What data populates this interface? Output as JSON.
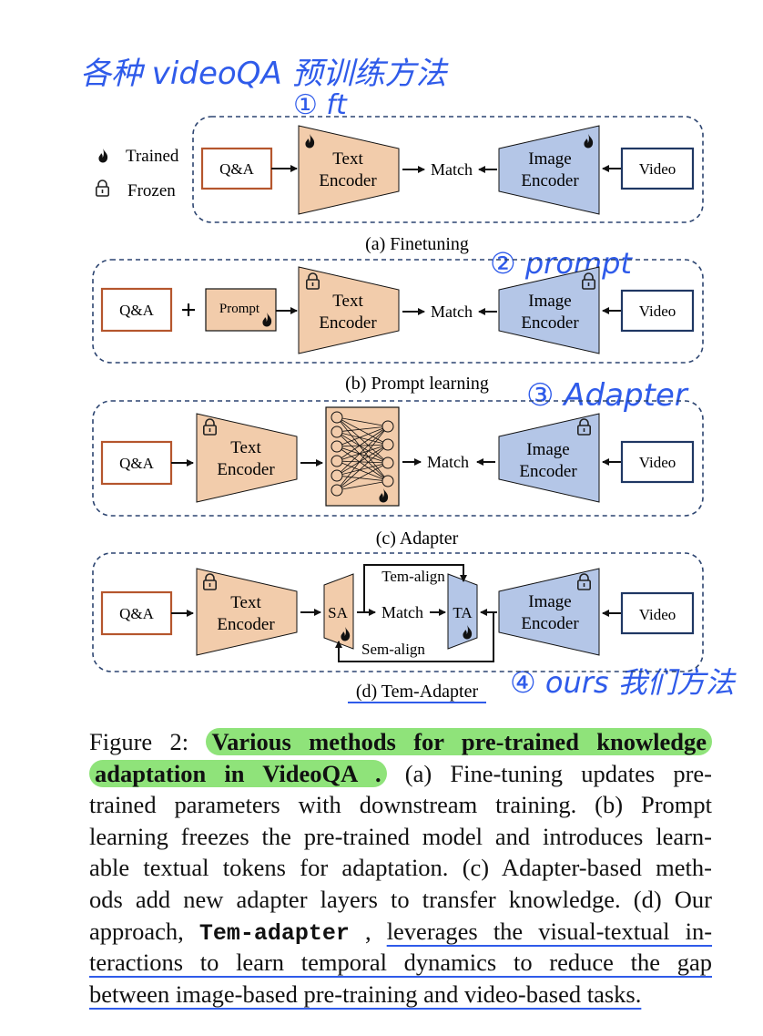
{
  "annotations": {
    "title_note": "各种 videoQA 预训练方法",
    "a_note": "① ft",
    "b_note": "② prompt",
    "c_note": "③ Adapter",
    "d_note": "④ ours 我们方法"
  },
  "legend": {
    "trained": "Trained",
    "frozen": "Frozen"
  },
  "labels": {
    "qa": "Q&A",
    "prompt": "Prompt",
    "text_encoder_1": "Text",
    "text_encoder_2": "Encoder",
    "image_encoder_1": "Image",
    "image_encoder_2": "Encoder",
    "match": "Match",
    "video": "Video",
    "sa": "SA",
    "ta": "TA",
    "tem_align": "Tem-align",
    "sem_align": "Sem-align"
  },
  "panels": {
    "a": "(a) Finetuning",
    "b": "(b) Prompt learning",
    "c": "(c) Adapter",
    "d": "(d) Tem-Adapter"
  },
  "caption": {
    "lead": "Figure 2:",
    "bold_1": "Various methods for pre-trained knowledge",
    "bold_2": "adaptation in VideoQA .",
    "l2_rest": "(a) Fine-tuning updates pre-",
    "l3": "trained parameters with downstream training. (b) Prompt",
    "l4": "learning freezes the pre-trained model and introduces learn-",
    "l5": "able textual tokens for adaptation. (c) Adapter-based meth-",
    "l6": "ods add new adapter layers to transfer knowledge. (d) Our",
    "l7_a": "approach,",
    "l7_code": "Tem-adapter",
    "l7_b": ",",
    "l7_ul": "leverages the visual-textual in-",
    "l8": "teractions to learn temporal dynamics to reduce the gap",
    "l9": "between image-based pre-training and video-based tasks."
  },
  "colors": {
    "text_encoder": "#f2ccab",
    "image_encoder": "#b4c6e7",
    "qa_border": "#b5562d",
    "video_border": "#1f3763",
    "dashed": "#2c4470",
    "annotation_ink": "#2f5bea",
    "highlight": "#8fe37a"
  }
}
